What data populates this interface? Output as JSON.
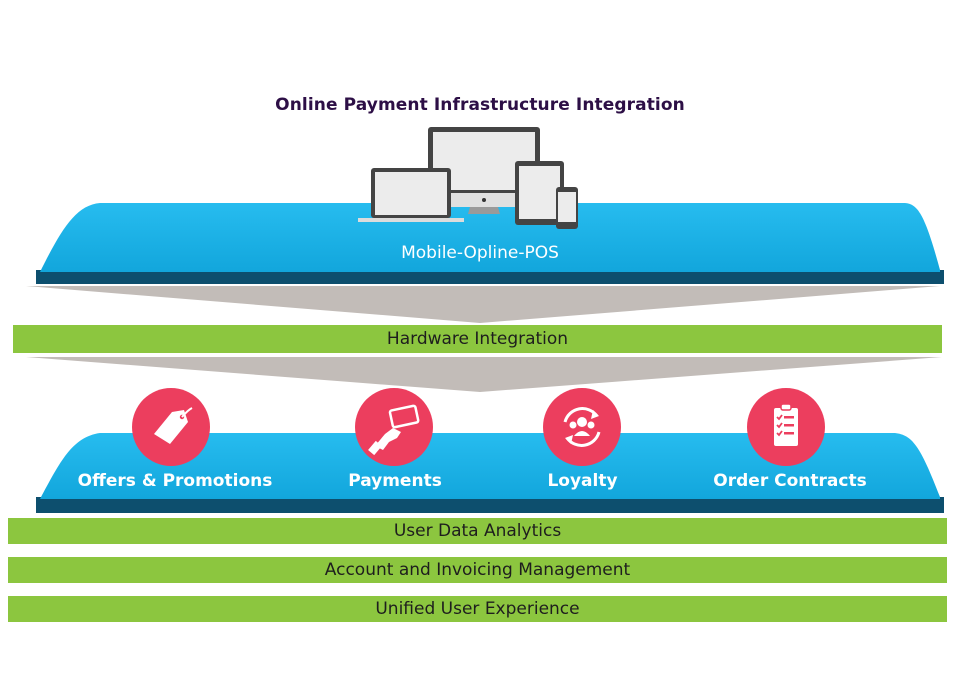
{
  "title": "Online Payment Infrastructure Integration",
  "top_platform": {
    "label": "Mobile-Opline-POS",
    "icon": "devices-icon"
  },
  "middle_bar": {
    "label": "Hardware Integration"
  },
  "features": [
    {
      "label": "Offers & Promotions",
      "icon": "tag-icon"
    },
    {
      "label": "Payments",
      "icon": "card-hand-icon"
    },
    {
      "label": "Loyalty",
      "icon": "loyalty-cycle-icon"
    },
    {
      "label": "Order Contracts",
      "icon": "clipboard-checklist-icon"
    }
  ],
  "bottom_bars": [
    {
      "label": "User Data Analytics"
    },
    {
      "label": "Account and Invoicing Management"
    },
    {
      "label": "Unified User Experience"
    }
  ],
  "colors": {
    "title": "#2d0f46",
    "platform_blue": "#1cb4e8",
    "platform_dark": "#0d4f6e",
    "bar_green": "#8cc63f",
    "icon_red": "#ec3e5e",
    "funnel_gray": "#c2bcb8"
  }
}
